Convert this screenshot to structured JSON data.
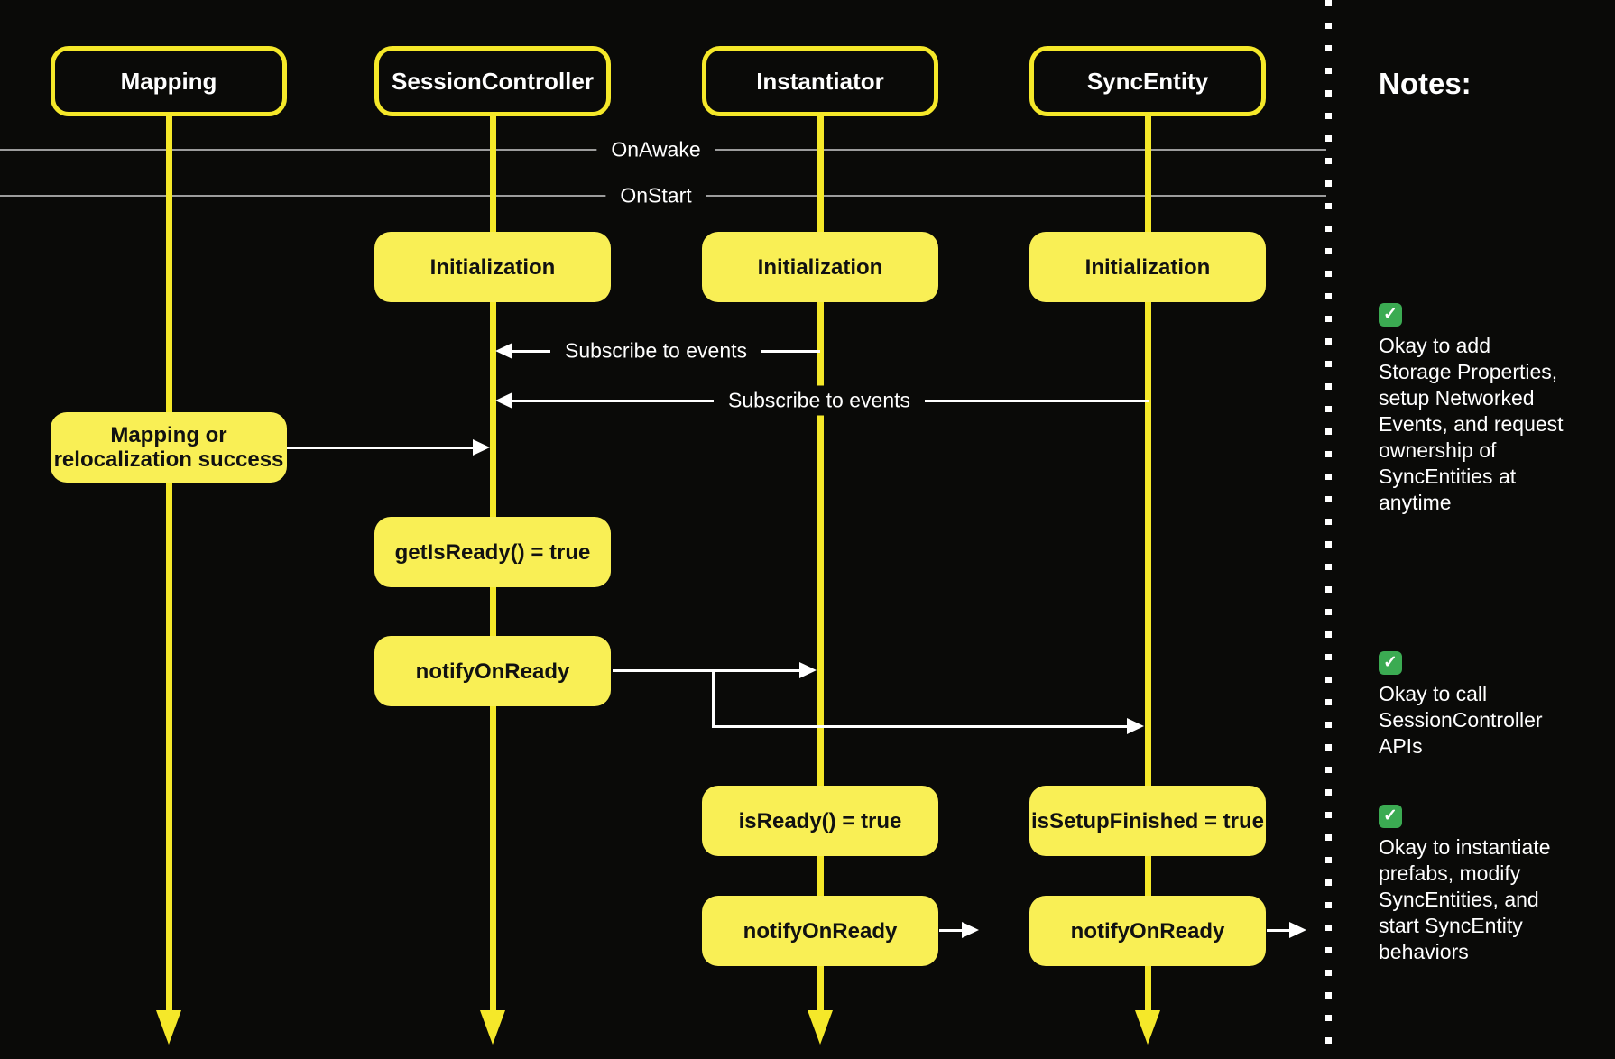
{
  "diagram": {
    "lanes": [
      {
        "id": "mapping",
        "label": "Mapping"
      },
      {
        "id": "session-controller",
        "label": "SessionController"
      },
      {
        "id": "instantiator",
        "label": "Instantiator"
      },
      {
        "id": "sync-entity",
        "label": "SyncEntity"
      }
    ],
    "phase_lines": [
      {
        "label": "OnAwake"
      },
      {
        "label": "OnStart"
      }
    ],
    "init_boxes": [
      {
        "lane": "session-controller",
        "label": "Initialization"
      },
      {
        "lane": "instantiator",
        "label": "Initialization"
      },
      {
        "lane": "sync-entity",
        "label": "Initialization"
      }
    ],
    "message_arrows": [
      {
        "id": "subscribe-instantiator",
        "label": "Subscribe to events"
      },
      {
        "id": "subscribe-syncentity",
        "label": "Subscribe to events"
      }
    ],
    "message_boxes": {
      "mapping_success": {
        "label": "Mapping or\nrelocalization success"
      },
      "get_is_ready": {
        "label": "getIsReady() = true"
      },
      "notify_on_ready_sc": {
        "label": "notifyOnReady"
      },
      "is_ready": {
        "label": "isReady() = true"
      },
      "is_setup_finished": {
        "label": "isSetupFinished = true"
      },
      "notify_on_ready_inst": {
        "label": "notifyOnReady"
      },
      "notify_on_ready_sync": {
        "label": "notifyOnReady"
      }
    }
  },
  "notes": {
    "title": "Notes:",
    "check_glyph": "✓",
    "items": [
      {
        "icon": "check-mark",
        "text": "Okay to add\nStorage Properties,\nsetup Networked\nEvents, and request\nownership of\nSyncEntities at\nanytime"
      },
      {
        "icon": "check-mark",
        "text": "Okay to call\nSessionController\nAPIs"
      },
      {
        "icon": "check-mark",
        "text": "Okay to instantiate\nprefabs, modify\nSyncEntities, and\nstart SyncEntity\nbehaviors"
      }
    ]
  },
  "colors": {
    "background": "#0a0a08",
    "accent_yellow": "#f5e829",
    "box_fill_yellow": "#f9ef55",
    "phase_line_gray": "#9c9c9c",
    "check_green": "#3bab52"
  }
}
